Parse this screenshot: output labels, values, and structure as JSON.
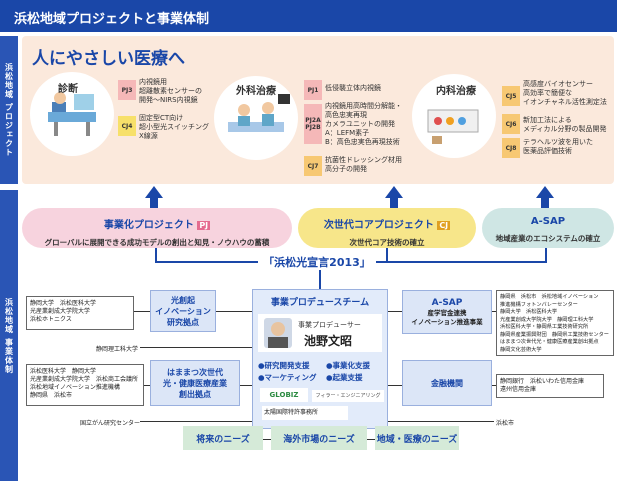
{
  "header": {
    "title": "浜松地域プロジェクトと事業体制"
  },
  "side": {
    "project_label": "浜松地域 プロジェクト",
    "structure_label": "浜松地域 事業体制"
  },
  "project": {
    "heading": "人にやさしい医療へ",
    "diagnosis": {
      "title": "診断",
      "items": [
        {
          "tag": "PJ3",
          "text": "内視鏡用\n超離散素センサーの\n開発～NIRS内視鏡"
        },
        {
          "tag": "CJ4",
          "text": "固定型CT向け\n超小型光スイッチング\nX線源"
        }
      ]
    },
    "surgery": {
      "title": "外科治療",
      "items": [
        {
          "tag": "PJ1",
          "text": "低侵襲立体内視鏡"
        },
        {
          "tag": "PJ2A\nPJ2B",
          "text": "内視鏡用高時間分解能・\n高色忠実再現\nカメラユニットの開発\nA：LEFM素子\nB：高色忠実色再現技術"
        },
        {
          "tag": "CJ7",
          "text": "抗菌性ドレッシング材用\n高分子の開発"
        }
      ]
    },
    "internal": {
      "title": "内科治療",
      "items": [
        {
          "tag": "CJ5",
          "text": "高感度バイオセンサー\n高効率で簡便な\nイオンチャネル活性測定法"
        },
        {
          "tag": "CJ6",
          "text": "新加工法による\nメディカル分野の製品開発"
        },
        {
          "tag": "CJ8",
          "text": "テラヘルツ波を用いた\n医薬品評価技術"
        }
      ]
    }
  },
  "pillars": [
    {
      "title": "事業化プロジェクト",
      "badge": "PJ",
      "subtitle": "グローバルに展開できる成功モデルの創出と知見・ノウハウの蓄積"
    },
    {
      "title": "次世代コアプロジェクト",
      "badge": "CJ",
      "subtitle": "次世代コア技術の確立"
    },
    {
      "title": "A-SAP",
      "badge": "",
      "subtitle": "地域産業のエコシステムの確立"
    }
  ],
  "declaration": "「浜松光宣言2013」",
  "producer": {
    "team": "事業プロデュースチーム",
    "role": "事業プロデューサー",
    "name": "池野文昭",
    "functions": [
      "●研究開発支援",
      "●事業化支援",
      "●マーケティング",
      "●起業支援"
    ],
    "logo1": "GLOBIZ",
    "logo2": "フィラー・エンジニアリング",
    "logo3": "太陽国際特許事務所"
  },
  "left_boxes": {
    "box1": "静岡大学　浜松医科大学\n光産業創成大学院大学\n浜松ホトニクス",
    "box2": "浜松医科大学　静岡大学\n光産業創成大学院大学　浜松商工会議所\n浜松地域イノベーション推進機構\n静岡県　浜松市",
    "label1": "静岡理工科大学",
    "label2": "国立がん研究センター"
  },
  "mid_left": {
    "box1": "光創起\nイノベーション\n研究拠点",
    "box2": "はままつ次世代\n光・健康医療産業\n創出拠点"
  },
  "right": {
    "asap_title": "A-SAP",
    "asap_sub": "産学官金連携\nイノベーション推進事業",
    "finance": "金融機関",
    "box1": "静岡県　浜松市　浜松地域イノベーション\n推進機構フォトンバレーセンター\n静岡大学　浜松医科大学\n光産業創成大学院大学　静岡理工科大学\n浜松医科大学・静岡県工業技術研究所\n静岡県産業振興財団　静岡県工業技術センター\nはままつ次世代光・健康医療産業創出拠点\n静岡文化芸術大学",
    "box2": "静岡銀行　浜松いわた信用金庫\n遠州信用金庫",
    "label": "浜松市"
  },
  "needs": [
    "将来のニーズ",
    "海外市場のニーズ",
    "地域・医療のニーズ"
  ]
}
